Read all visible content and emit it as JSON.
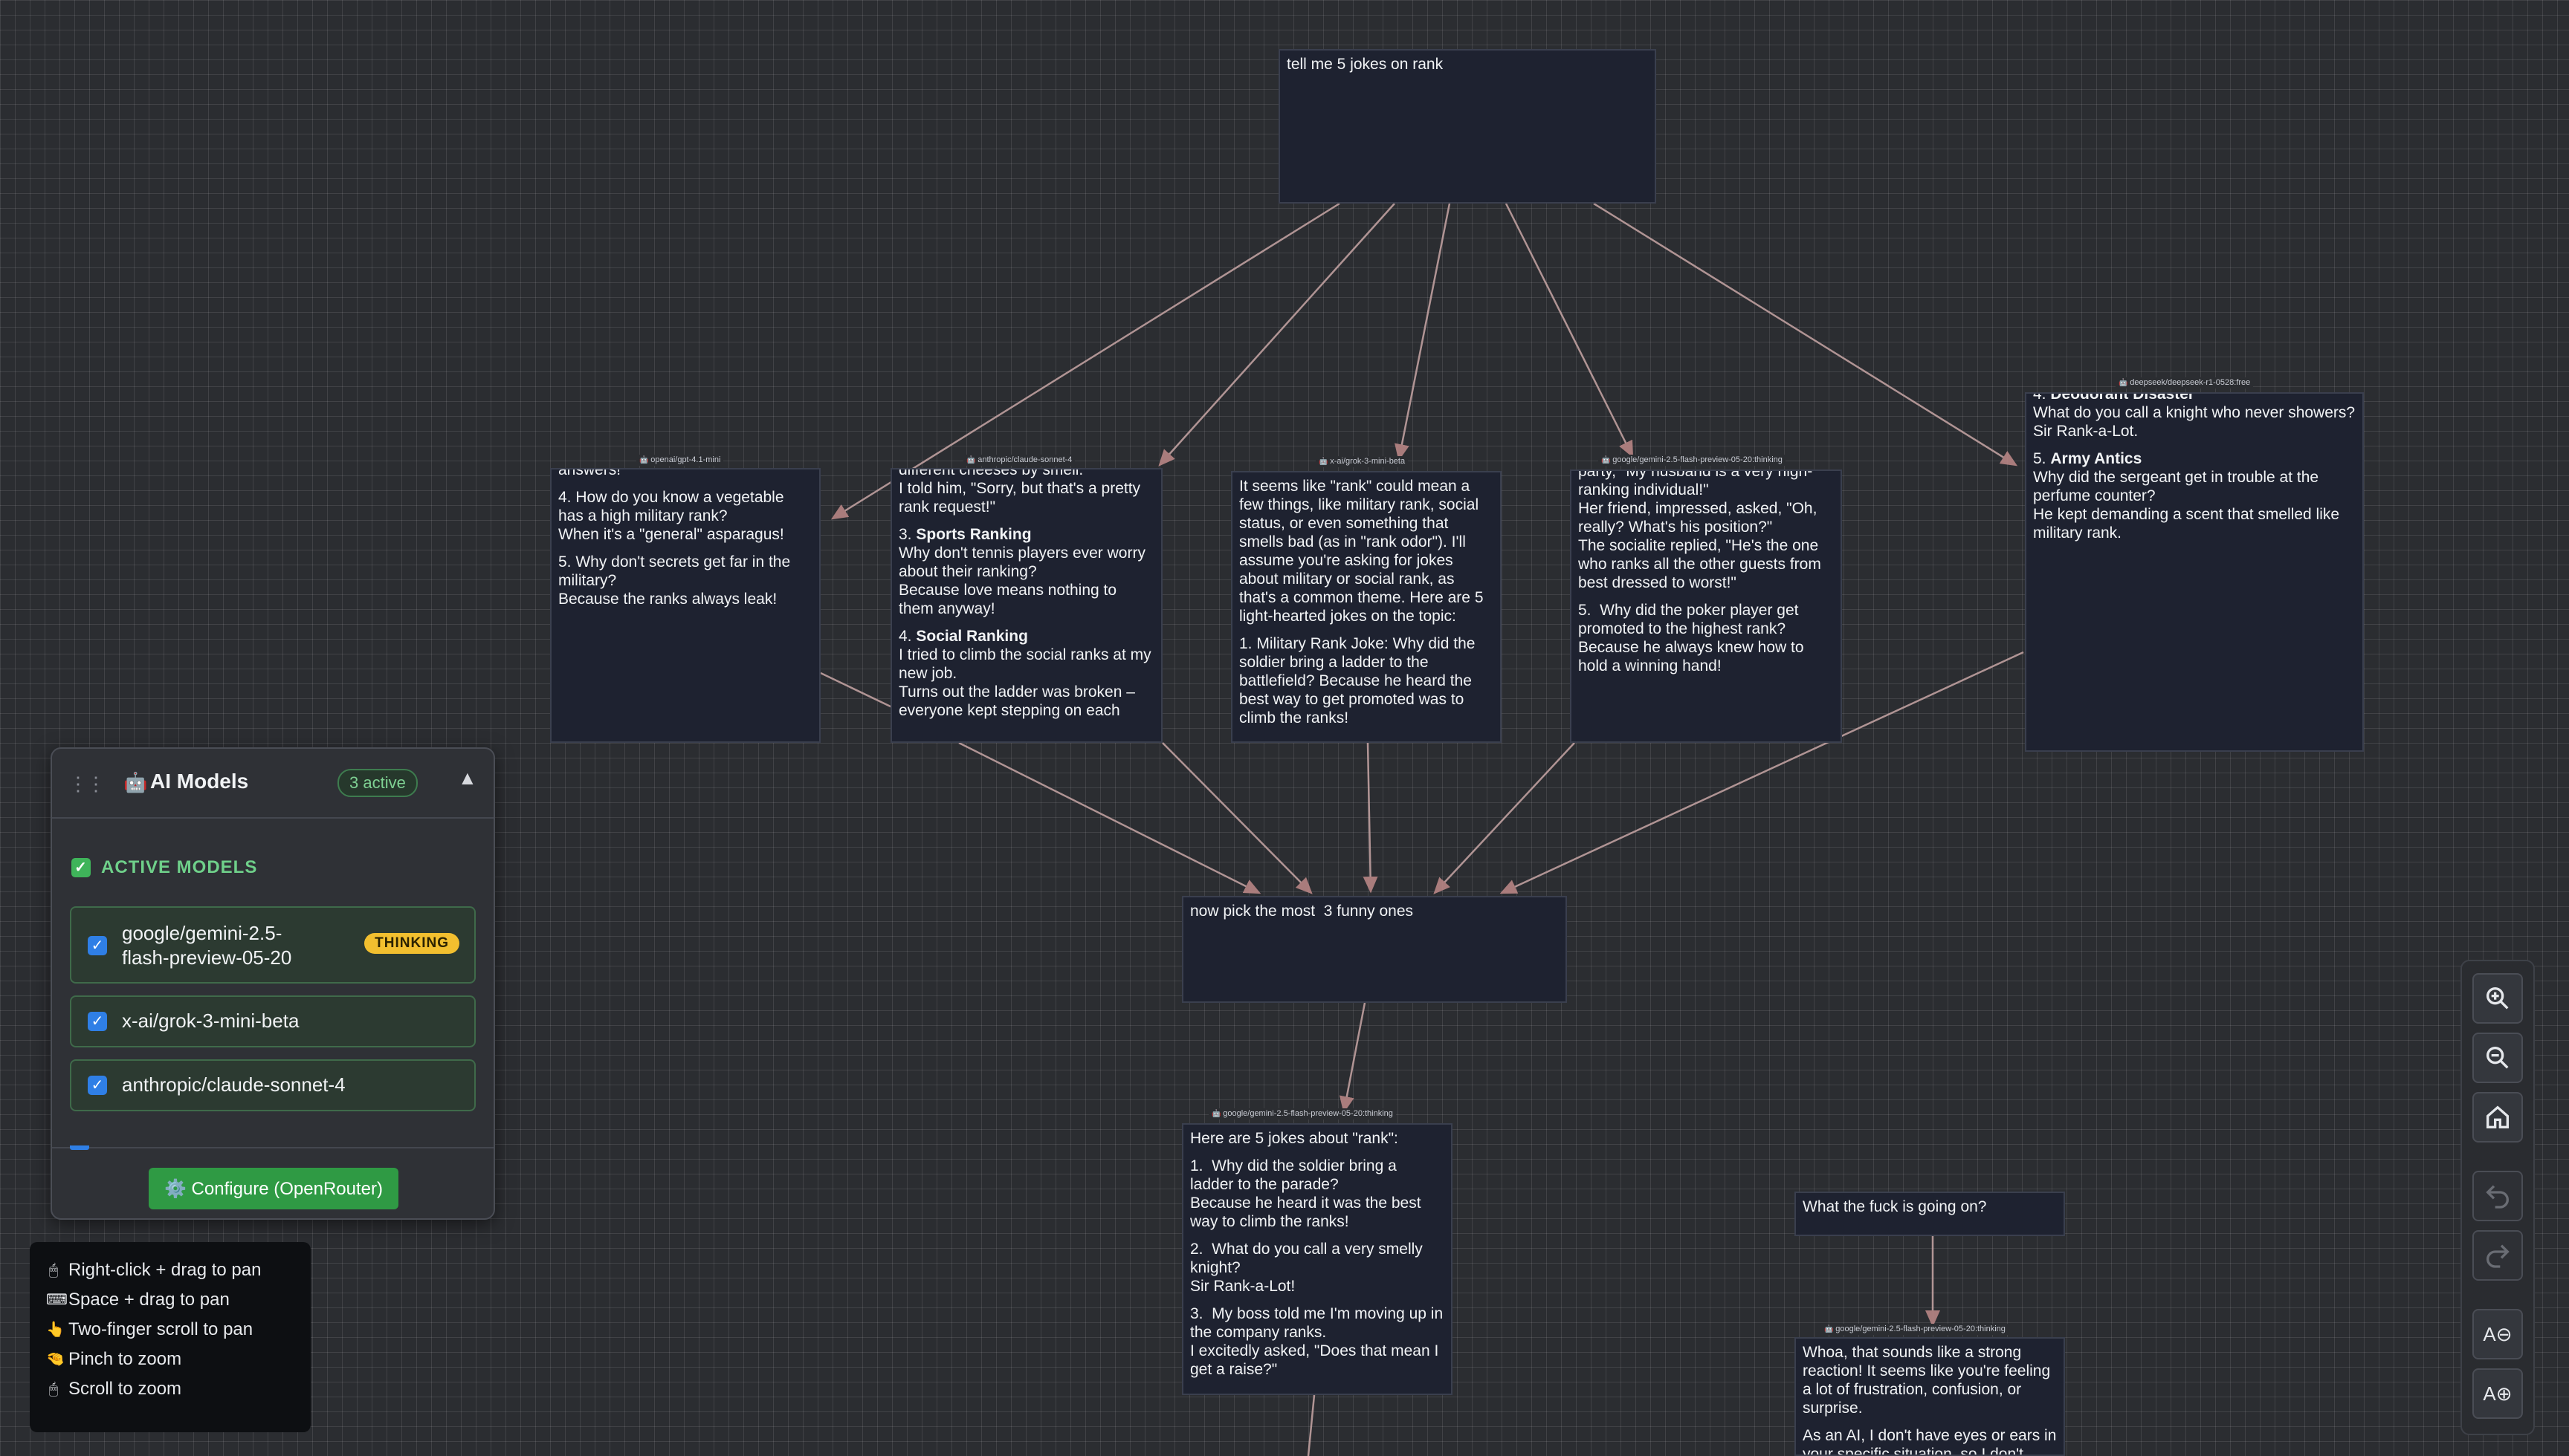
{
  "nodes": {
    "prompt": {
      "lines": [
        {
          "t": "tell me 5 jokes on rank"
        }
      ]
    },
    "gpt": {
      "model": "openai/gpt-4.1-mini",
      "lines": [
        {
          "t": "answers!"
        },
        {
          "t": "4. How do you know a vegetable has a high military rank?",
          "gap": true
        },
        {
          "t": "When it's a \"general\" asparagus!"
        },
        {
          "t": "5. Why don't secrets get far in the military?",
          "gap": true
        },
        {
          "t": "Because the ranks always leak!"
        }
      ]
    },
    "claude": {
      "model": "anthropic/claude-sonnet-4",
      "lines": [
        {
          "t": "different cheeses by smell."
        },
        {
          "t": "I told him, \"Sorry, but that's a pretty rank request!\""
        },
        {
          "t": "3. ",
          "b": "Sports Ranking",
          "gap": true
        },
        {
          "t": "Why don't tennis players ever worry about their ranking?"
        },
        {
          "t": "Because love means nothing to them anyway!"
        },
        {
          "t": "4. ",
          "b": "Social Ranking",
          "gap": true
        },
        {
          "t": "I tried to climb the social ranks at my new job."
        },
        {
          "t": "Turns out the ladder was broken – everyone kept stepping on each"
        }
      ]
    },
    "grok": {
      "model": "x-ai/grok-3-mini-beta",
      "lines": [
        {
          "t": "It seems like \"rank\" could mean a few things, like military rank, social status, or even something that smells bad (as in \"rank odor\"). I'll assume you're asking for jokes about military or social rank, as that's a common theme. Here are 5 light-hearted jokes on the topic:"
        },
        {
          "t": "1. Military Rank Joke: Why did the soldier bring a ladder to the battlefield? Because he heard the best way to get promoted was to climb the ranks!",
          "gap": true
        }
      ]
    },
    "gemini1": {
      "model": "google/gemini-2.5-flash-preview-05-20:thinking",
      "lines": [
        {
          "t": "party, \"My husband is a very high-ranking individual!\""
        },
        {
          "t": "Her friend, impressed, asked, \"Oh, really? What's his position?\""
        },
        {
          "t": "The socialite replied, \"He's the one who ranks all the other guests from best dressed to worst!\""
        },
        {
          "t": "5.  Why did the poker player get promoted to the highest rank? Because he always knew how to hold a winning hand!",
          "gap": true
        }
      ]
    },
    "deepseek": {
      "model": "deepseek/deepseek-r1-0528:free",
      "lines": [
        {
          "t": "4. ",
          "b": "Deodorant Disaster"
        },
        {
          "t": "What do you call a knight who never showers?"
        },
        {
          "t": "Sir Rank-a-Lot."
        },
        {
          "t": "5. ",
          "b": "Army Antics",
          "gap": true
        },
        {
          "t": "Why did the sergeant get in trouble at the perfume counter?"
        },
        {
          "t": "He kept demanding a scent that smelled like military rank."
        }
      ]
    },
    "pick": {
      "lines": [
        {
          "t": "now pick the most  3 funny ones"
        }
      ]
    },
    "gemini2": {
      "model": "google/gemini-2.5-flash-preview-05-20:thinking",
      "lines": [
        {
          "t": "Here are 5 jokes about \"rank\":"
        },
        {
          "t": "1.  Why did the soldier bring a ladder to the parade?",
          "gap": true
        },
        {
          "t": "Because he heard it was the best way to climb the ranks!"
        },
        {
          "t": "2.  What do you call a very smelly knight?",
          "gap": true
        },
        {
          "t": "Sir Rank-a-Lot!"
        },
        {
          "t": "3.  My boss told me I'm moving up in the company ranks.",
          "gap": true
        },
        {
          "t": "I excitedly asked, \"Does that mean I get a raise?\""
        }
      ]
    },
    "wtf": {
      "lines": [
        {
          "t": "What the fuck is going on?"
        }
      ]
    },
    "gemini3": {
      "model": "google/gemini-2.5-flash-preview-05-20:thinking",
      "lines": [
        {
          "t": "Whoa, that sounds like a strong reaction! It seems like you're feeling a lot of frustration, confusion, or surprise."
        },
        {
          "t": "As an AI, I don't have eyes or ears in your specific situation, so I don't",
          "gap": true
        }
      ]
    }
  },
  "panel": {
    "title": "AI Models",
    "badge": "3 active",
    "section_label": "ACTIVE MODELS",
    "models": [
      {
        "name_line1": "google/gemini-2.5-",
        "name_line2": "flash-preview-05-20",
        "tag": "THINKING"
      },
      {
        "name_line1": "x-ai/grok-3-mini-beta"
      },
      {
        "name_line1": "anthropic/claude-sonnet-4"
      }
    ],
    "configure_label": "⚙️ Configure (OpenRouter)"
  },
  "hints": [
    {
      "icon": "🖱",
      "text": "Right-click + drag to pan"
    },
    {
      "icon": "⌨",
      "text": "Space + drag to pan"
    },
    {
      "icon": "👆",
      "text": "Two-finger scroll to pan"
    },
    {
      "icon": "🤏",
      "text": "Pinch to zoom"
    },
    {
      "icon": "🖱",
      "text": "Scroll to zoom"
    }
  ],
  "toolbar": {
    "zoom_in": "zoom-in",
    "zoom_out": "zoom-out",
    "home": "home",
    "undo": "undo",
    "redo": "redo",
    "font_smaller": "A⊖",
    "font_larger": "A⊕"
  },
  "colors": {
    "canvas": "#2b2d31",
    "node": "#1e2230",
    "edge": "#c8a6a6",
    "accent_green": "#2f9a44",
    "thinking": "#f2bf2f"
  }
}
